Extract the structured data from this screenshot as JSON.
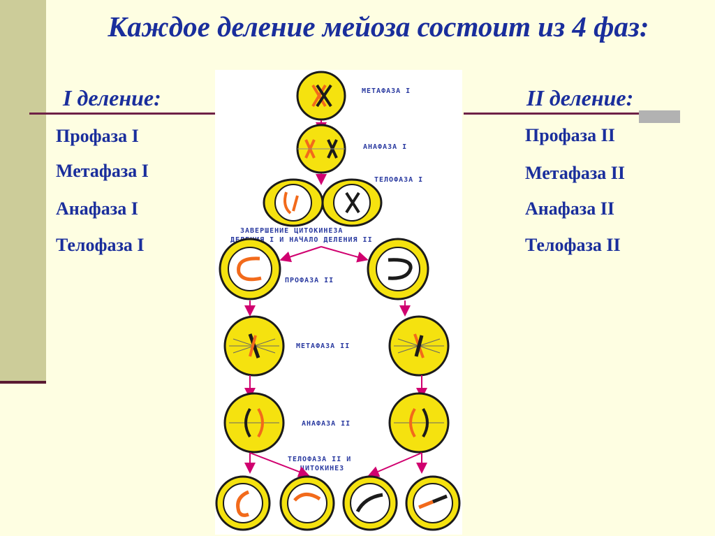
{
  "title": "Каждое деление мейоза состоит из 4 фаз:",
  "division1": {
    "heading": "I деление:",
    "phases": [
      "Профаза I",
      "Метафаза I",
      "Анафаза I",
      "Телофаза I"
    ]
  },
  "division2": {
    "heading": "II деление:",
    "phases": [
      "Профаза II",
      "Метафаза II",
      "Анафаза II",
      "Телофаза II"
    ]
  },
  "diagram": {
    "labels": {
      "metaphase1": "МЕТАФАЗА I",
      "anaphase1": "АНАФАЗА I",
      "telophase1": "ТЕЛОФАЗА I",
      "cytokinesis_line1": "ЗАВЕРШЕНИЕ ЦИТОКИНЕЗА",
      "cytokinesis_line2": "ДЕЛЕНИЯ I И НАЧАЛО ДЕЛЕНИЯ II",
      "prophase2": "ПРОФАЗА II",
      "metaphase2": "МЕТАФАЗА II",
      "anaphase2": "АНАФАЗА II",
      "telophase2_line1": "ТЕЛОФАЗА II И",
      "telophase2_line2": "ЦИТОКИНЕЗ"
    }
  },
  "colors": {
    "text": "#1a2e9c",
    "background": "#fefee2",
    "sidebar": "#cccc99",
    "rule": "#6e2146",
    "cell_fill": "#f5e20f",
    "cell_border": "#1b1b1b",
    "chromosome_orange": "#f26a1b",
    "arrow": "#d0006f"
  }
}
